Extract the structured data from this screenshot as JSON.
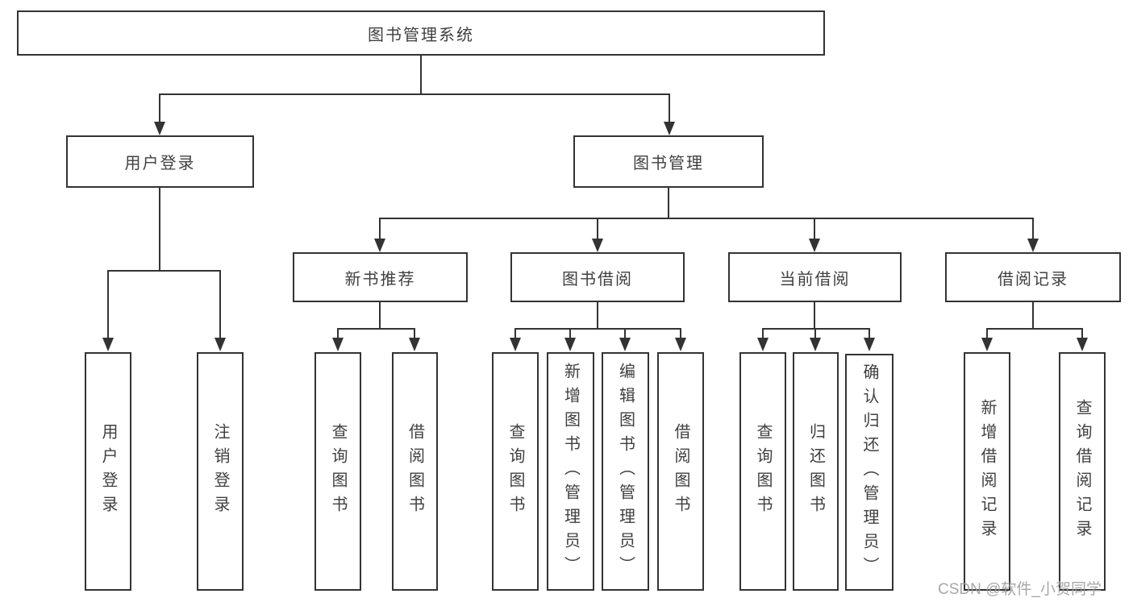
{
  "diagram": {
    "root": {
      "label": "图书管理系统"
    },
    "level2": [
      {
        "label": "用户登录"
      },
      {
        "label": "图书管理"
      }
    ],
    "level3": [
      {
        "label": "新书推荐"
      },
      {
        "label": "图书借阅"
      },
      {
        "label": "当前借阅"
      },
      {
        "label": "借阅记录"
      }
    ],
    "leaves": {
      "login": [
        {
          "label": "用户登录"
        },
        {
          "label": "注销登录"
        }
      ],
      "recommend": [
        {
          "label": "查询图书"
        },
        {
          "label": "借阅图书"
        }
      ],
      "borrow": [
        {
          "label": "查询图书"
        },
        {
          "label": "新增图书（管理员）"
        },
        {
          "label": "编辑图书（管理员）"
        },
        {
          "label": "借阅图书"
        }
      ],
      "current": [
        {
          "label": "查询图书"
        },
        {
          "label": "归还图书"
        },
        {
          "label": "确认归还（管理员）"
        }
      ],
      "records": [
        {
          "label": "新增借阅记录"
        },
        {
          "label": "查询借阅记录"
        }
      ]
    }
  },
  "watermark": {
    "text": "CSDN @软件_小贺同学"
  },
  "colors": {
    "line": "#333333",
    "text": "#404040",
    "background": "#ffffff",
    "watermark": "#9e9e9e"
  }
}
